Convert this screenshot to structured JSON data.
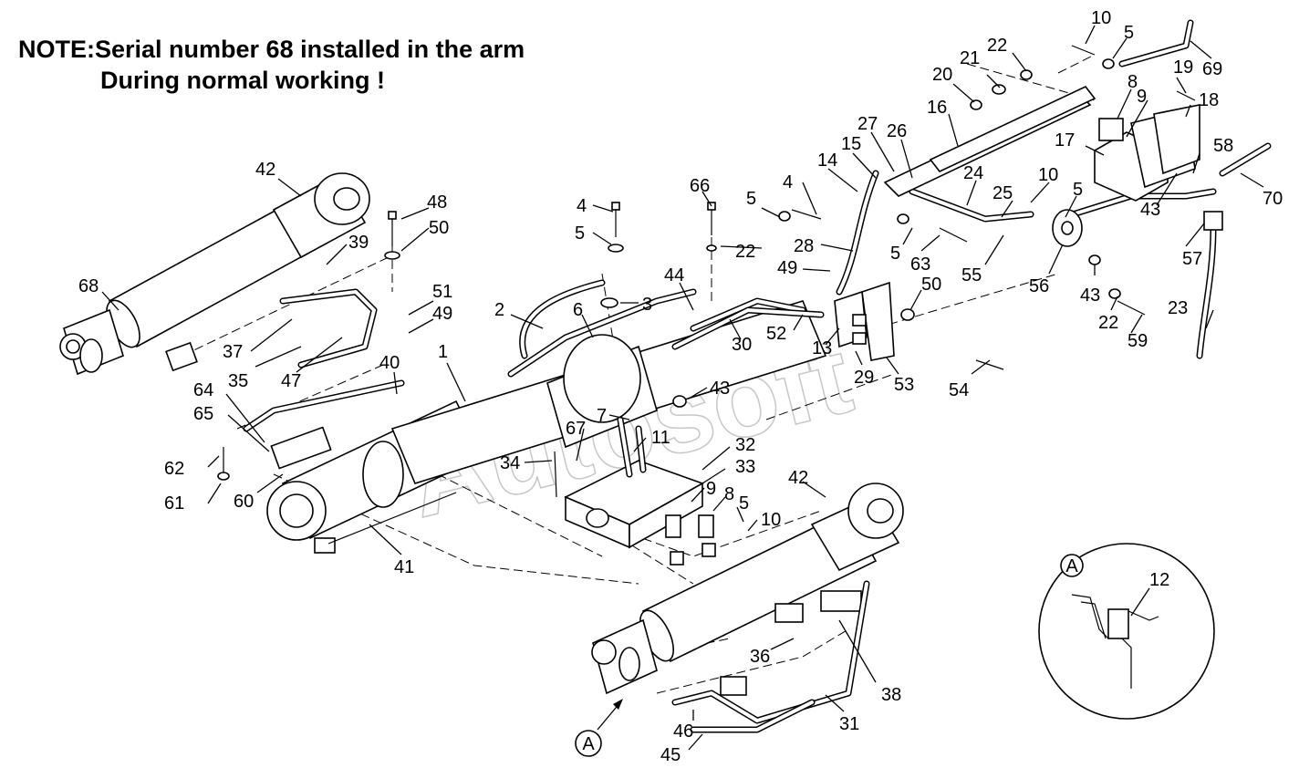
{
  "note": {
    "line1": "NOTE:Serial number 68 installed in the arm",
    "line2": "During normal working !"
  },
  "watermark": "Autosoft",
  "detail_label": "A",
  "callouts": [
    {
      "id": "c10a",
      "text": "10"
    },
    {
      "id": "c5a",
      "text": "5"
    },
    {
      "id": "c69",
      "text": "69"
    },
    {
      "id": "c22a",
      "text": "22"
    },
    {
      "id": "c21",
      "text": "21"
    },
    {
      "id": "c20",
      "text": "20"
    },
    {
      "id": "c19",
      "text": "19"
    },
    {
      "id": "c18",
      "text": "18"
    },
    {
      "id": "c8a",
      "text": "8"
    },
    {
      "id": "c9a",
      "text": "9"
    },
    {
      "id": "c16",
      "text": "16"
    },
    {
      "id": "c17",
      "text": "17"
    },
    {
      "id": "c58",
      "text": "58"
    },
    {
      "id": "c70",
      "text": "70"
    },
    {
      "id": "c27",
      "text": "27"
    },
    {
      "id": "c26",
      "text": "26"
    },
    {
      "id": "c15",
      "text": "15"
    },
    {
      "id": "c14",
      "text": "14"
    },
    {
      "id": "c24",
      "text": "24"
    },
    {
      "id": "c10b",
      "text": "10"
    },
    {
      "id": "c25",
      "text": "25"
    },
    {
      "id": "c5b",
      "text": "5"
    },
    {
      "id": "c43a",
      "text": "43"
    },
    {
      "id": "c57",
      "text": "57"
    },
    {
      "id": "c4a",
      "text": "4"
    },
    {
      "id": "c5c",
      "text": "5"
    },
    {
      "id": "c66",
      "text": "66"
    },
    {
      "id": "c22b",
      "text": "22"
    },
    {
      "id": "c28",
      "text": "28"
    },
    {
      "id": "c5d",
      "text": "5"
    },
    {
      "id": "c63",
      "text": "63"
    },
    {
      "id": "c55",
      "text": "55"
    },
    {
      "id": "c56",
      "text": "56"
    },
    {
      "id": "c43b",
      "text": "43"
    },
    {
      "id": "c23",
      "text": "23"
    },
    {
      "id": "c42a",
      "text": "42"
    },
    {
      "id": "c48",
      "text": "48"
    },
    {
      "id": "c50a",
      "text": "50"
    },
    {
      "id": "c39",
      "text": "39"
    },
    {
      "id": "c4b",
      "text": "4"
    },
    {
      "id": "c5e",
      "text": "5"
    },
    {
      "id": "c3",
      "text": "3"
    },
    {
      "id": "c2",
      "text": "2"
    },
    {
      "id": "c6",
      "text": "6"
    },
    {
      "id": "c44",
      "text": "44"
    },
    {
      "id": "c49a",
      "text": "49"
    },
    {
      "id": "c50b",
      "text": "50"
    },
    {
      "id": "c22c",
      "text": "22"
    },
    {
      "id": "c59",
      "text": "59"
    },
    {
      "id": "c68",
      "text": "68"
    },
    {
      "id": "c51",
      "text": "51"
    },
    {
      "id": "c49b",
      "text": "49"
    },
    {
      "id": "c37",
      "text": "37"
    },
    {
      "id": "c35",
      "text": "35"
    },
    {
      "id": "c47",
      "text": "47"
    },
    {
      "id": "c30",
      "text": "30"
    },
    {
      "id": "c52",
      "text": "52"
    },
    {
      "id": "c13",
      "text": "13"
    },
    {
      "id": "c29",
      "text": "29"
    },
    {
      "id": "c53",
      "text": "53"
    },
    {
      "id": "c54",
      "text": "54"
    },
    {
      "id": "c1",
      "text": "1"
    },
    {
      "id": "c40",
      "text": "40"
    },
    {
      "id": "c43c",
      "text": "43"
    },
    {
      "id": "c64",
      "text": "64"
    },
    {
      "id": "c65",
      "text": "65"
    },
    {
      "id": "c7",
      "text": "7"
    },
    {
      "id": "c67",
      "text": "67"
    },
    {
      "id": "c11",
      "text": "11"
    },
    {
      "id": "c32",
      "text": "32"
    },
    {
      "id": "c34",
      "text": "34"
    },
    {
      "id": "c33",
      "text": "33"
    },
    {
      "id": "c62",
      "text": "62"
    },
    {
      "id": "c9b",
      "text": "9"
    },
    {
      "id": "c8b",
      "text": "8"
    },
    {
      "id": "c5f",
      "text": "5"
    },
    {
      "id": "c10c",
      "text": "10"
    },
    {
      "id": "c61",
      "text": "61"
    },
    {
      "id": "c60",
      "text": "60"
    },
    {
      "id": "c42b",
      "text": "42"
    },
    {
      "id": "c41",
      "text": "41"
    },
    {
      "id": "c12",
      "text": "12"
    },
    {
      "id": "c36",
      "text": "36"
    },
    {
      "id": "c38",
      "text": "38"
    },
    {
      "id": "c46",
      "text": "46"
    },
    {
      "id": "c31",
      "text": "31"
    },
    {
      "id": "c45",
      "text": "45"
    }
  ]
}
